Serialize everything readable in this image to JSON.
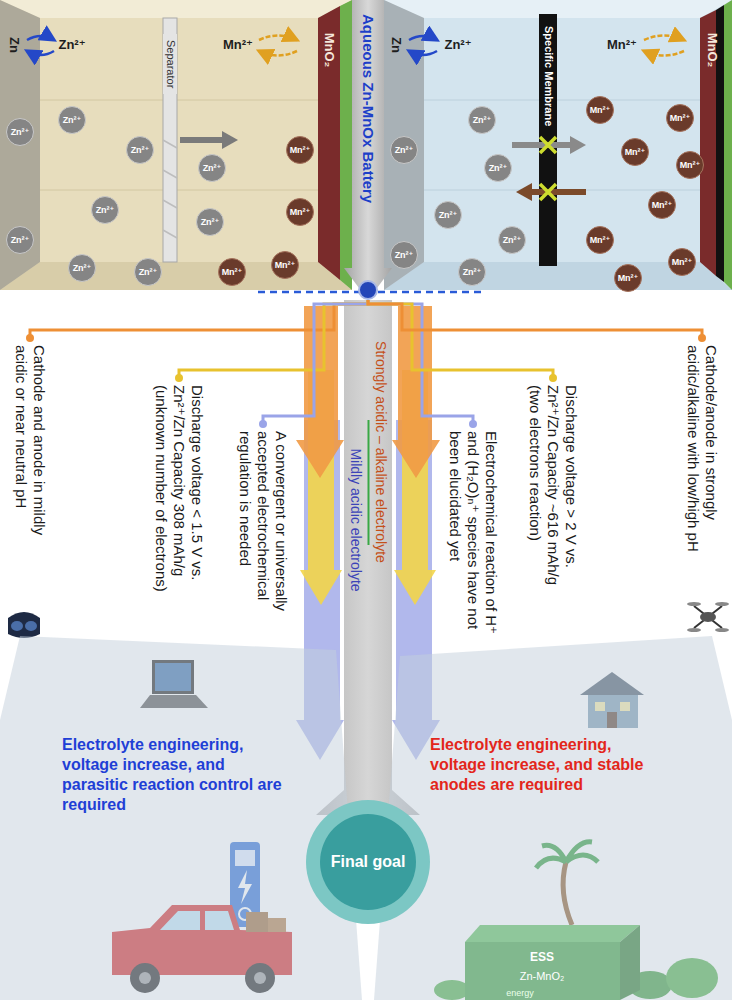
{
  "diagram": {
    "nodes": [
      {
        "text": [
          "Separator"
        ]
      },
      {
        "text": [
          "Zn²⁺"
        ]
      },
      {
        "text": [
          "Zn²⁺"
        ]
      },
      {
        "text": [
          "Zn²⁺"
        ]
      },
      {
        "text": [
          "Zn²⁺"
        ]
      },
      {
        "text": [
          "Zn²⁺"
        ]
      },
      {
        "text": [
          "Zn²⁺"
        ]
      },
      {
        "text": [
          "Zn²⁺"
        ]
      },
      {
        "text": [
          "Zn²⁺"
        ]
      },
      {
        "text": [
          "Zn²⁺"
        ]
      },
      {
        "text": [
          "Mn²⁺"
        ]
      },
      {
        "text": [
          "Mn²⁺"
        ]
      },
      {
        "text": [
          "Mn²⁺"
        ]
      },
      {
        "text": [
          "Mn²⁺"
        ]
      },
      {
        "text": [
          "Aqueous Zn-MnOx Battery"
        ]
      },
      {
        "text": [
          "Specific Membrane"
        ]
      },
      {
        "text": [
          "Zn²⁺"
        ]
      },
      {
        "text": [
          "Zn²⁺"
        ]
      },
      {
        "text": [
          "Zn²⁺"
        ]
      },
      {
        "text": [
          "Zn²⁺"
        ]
      },
      {
        "text": [
          "Zn²⁺"
        ]
      },
      {
        "text": [
          "Zn²⁺"
        ]
      },
      {
        "text": [
          "Zn²⁺"
        ]
      },
      {
        "text": [
          "Mn²⁺"
        ]
      },
      {
        "text": [
          "Mn²⁺"
        ]
      },
      {
        "text": [
          "Mn²⁺"
        ]
      },
      {
        "text": [
          "Mn²⁺"
        ]
      },
      {
        "text": [
          "Mn²⁺"
        ]
      },
      {
        "text": [
          "Mn²⁺"
        ]
      },
      {
        "text": [
          "Mn²⁺"
        ]
      },
      {
        "text": [
          "Mn²⁺"
        ]
      },
      {
        "text": [
          "Cathode and anode in mildly acidic or near neutral pH"
        ]
      },
      {
        "text": [
          "Discharge voltage < 1.5 V vs. Zn²⁺/Zn Capacity 308 mAh/g (unknown number of electrons)"
        ]
      },
      {
        "text": [
          "A convergent or universally accepted electrochemical regulation is needed"
        ]
      },
      {
        "text": [
          "Electrochemical reaction of H⁺ and (H₂O)ₙ⁺ species have not been elucidated yet"
        ]
      },
      {
        "text": [
          "Discharge voltage > 2 V vs. Zn²⁺/Zn Capacity ~616 mAh/g (two electrons reaction)"
        ]
      },
      {
        "text": [
          "Cathode/anode in strongly acidic/alkaline with low/high pH"
        ]
      },
      {
        "text": [
          "Electrolyte engineering, voltage increase, and parasitic reaction control are required"
        ]
      },
      {
        "text": [
          "Electrolyte engineering, voltage increase, and stable anodes are required"
        ]
      },
      {
        "text": [
          "Final goal"
        ]
      }
    ],
    "edges": [
      {
        "from": 14,
        "to": 31,
        "arrow": "none"
      },
      {
        "from": 14,
        "to": 32,
        "arrow": "none"
      },
      {
        "from": 14,
        "to": 33,
        "arrow": "none"
      },
      {
        "from": 14,
        "to": 34,
        "arrow": "none"
      },
      {
        "from": 14,
        "to": 35,
        "arrow": "none"
      },
      {
        "from": 14,
        "to": 36,
        "arrow": "none"
      }
    ],
    "labels": [
      "Zn",
      "Zn²⁺",
      "Mn²⁺",
      "MnO₂",
      "Zn",
      "Zn²⁺",
      "Mn²⁺",
      "MnO₂",
      "Mildly acidic electrolyte",
      "Strongly acidic – alkaline electrolyte",
      "ESS",
      "Zn-MnO₂",
      "energy"
    ]
  }
}
